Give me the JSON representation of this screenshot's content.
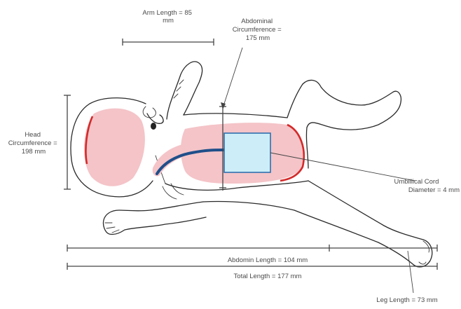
{
  "labels": {
    "arm_length": [
      "Arm Length = 85",
      "mm"
    ],
    "abdominal_circumference": [
      "Abdominal",
      "Circumference =",
      "175 mm"
    ],
    "head_circumference": [
      "Head",
      "Circumference =",
      "198 mm"
    ],
    "umbilical_cord": [
      "Umbillical Cord",
      "Diameter = 4 mm"
    ],
    "abdomin_length": "Abdomin Length = 104 mm",
    "total_length": "Total Length = 177 mm",
    "leg_length": "Leg Length = 73 mm"
  },
  "colors": {
    "highlight_fill": "#f4c4c8",
    "outline_red": "#d42a2a",
    "cord_blue": "#1f4f8a",
    "box_fill": "#cdeef8",
    "box_border": "#2f6fb0"
  }
}
